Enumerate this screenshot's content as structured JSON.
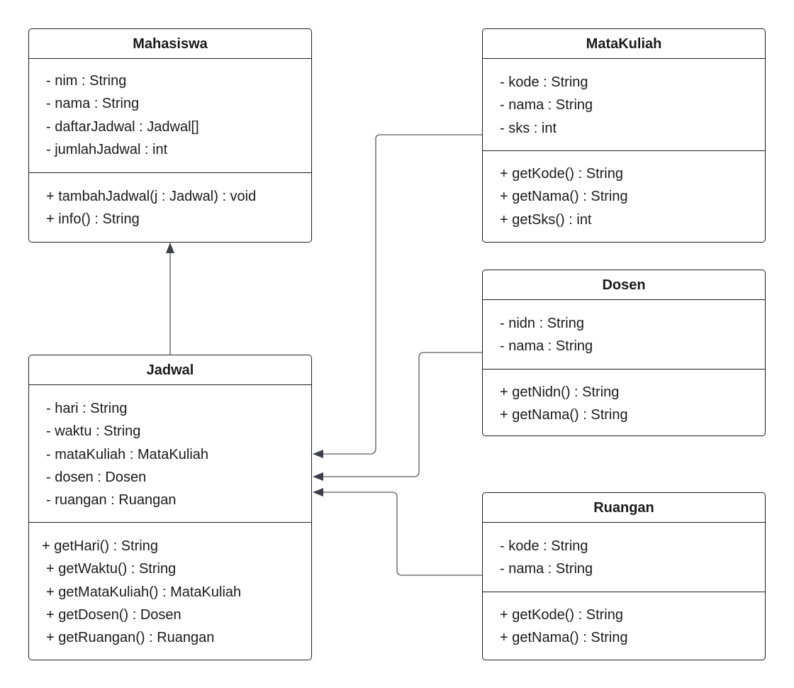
{
  "classes": {
    "mahasiswa": {
      "name": "Mahasiswa",
      "attributes": [
        "- nim : String",
        "- nama : String",
        "- daftarJadwal : Jadwal[]",
        "- jumlahJadwal : int"
      ],
      "methods": [
        "+ tambahJadwal(j : Jadwal) : void",
        "+ info() : String"
      ]
    },
    "matakuliah": {
      "name": "MataKuliah",
      "attributes": [
        "- kode : String",
        "- nama : String",
        "- sks : int"
      ],
      "methods": [
        "+ getKode() : String",
        "+ getNama() : String",
        "+ getSks() : int"
      ]
    },
    "dosen": {
      "name": "Dosen",
      "attributes": [
        "- nidn : String",
        "- nama : String"
      ],
      "methods": [
        "+ getNidn() : String",
        "+ getNama() : String"
      ]
    },
    "jadwal": {
      "name": "Jadwal",
      "attributes": [
        "- hari : String",
        "- waktu : String",
        "- mataKuliah : MataKuliah",
        "- dosen : Dosen",
        "- ruangan : Ruangan"
      ],
      "methods": [
        "+ getHari() : String",
        "+ getWaktu() : String",
        "+ getMataKuliah() : MataKuliah",
        "+ getDosen() : Dosen",
        "+ getRuangan() : Ruangan"
      ]
    },
    "ruangan": {
      "name": "Ruangan",
      "attributes": [
        "- kode : String",
        "- nama : String"
      ],
      "methods": [
        "+ getKode() : String",
        "+ getNama() : String"
      ]
    }
  },
  "colors": {
    "line": "#5a5a5a",
    "arrowhead": "#3d3f47",
    "border": "#1e1e1e"
  }
}
